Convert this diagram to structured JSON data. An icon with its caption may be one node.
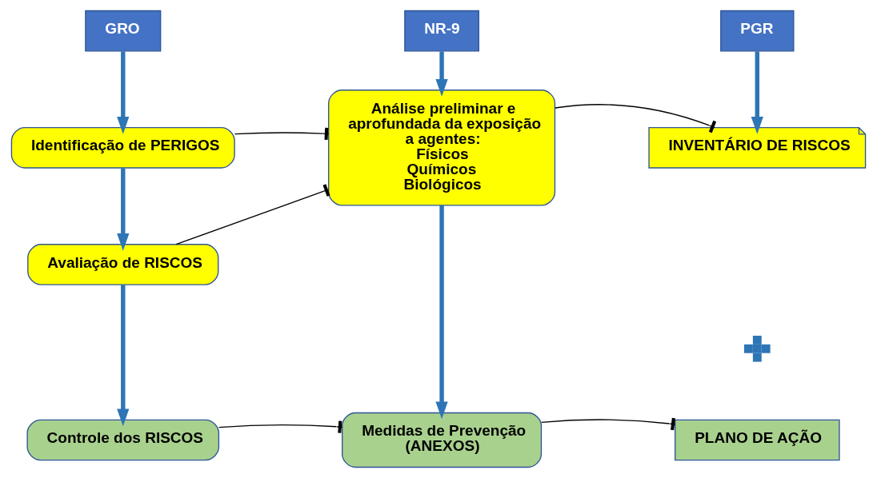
{
  "diagram": {
    "nodes": [
      {
        "text": [
          "GRO"
        ]
      },
      {
        "text": [
          "NR-9"
        ]
      },
      {
        "text": [
          "PGR"
        ]
      },
      {
        "text": [
          "Identificação de PERIGOS"
        ]
      },
      {
        "text": [
          "Avaliação de RISCOS"
        ]
      },
      {
        "text": [
          "Controle dos RISCOS"
        ]
      },
      {
        "text": [
          "Análise preliminar e aprofundada da exposição a agentes:",
          "Físicos",
          "Químicos",
          "Biológicos"
        ]
      },
      {
        "text": [
          "Medidas de Prevenção",
          "(ANEXOS)"
        ]
      },
      {
        "text": [
          "INVENTÁRIO DE RISCOS"
        ]
      },
      {
        "text": [],
        "shape": "plus"
      },
      {
        "text": [
          "PLANO DE AÇÃO"
        ]
      }
    ],
    "edges": [
      {
        "from": 0,
        "to": 3,
        "arrow": "to"
      },
      {
        "from": 3,
        "to": 4,
        "arrow": "to"
      },
      {
        "from": 4,
        "to": 5,
        "arrow": "to"
      },
      {
        "from": 1,
        "to": 6,
        "arrow": "to"
      },
      {
        "from": 6,
        "to": 7,
        "arrow": "to"
      },
      {
        "from": 2,
        "to": 8,
        "arrow": "to"
      },
      {
        "from": 3,
        "to": 6,
        "arrow": "other",
        "color": "#000000"
      },
      {
        "from": 4,
        "to": 6,
        "arrow": "other",
        "color": "#000000"
      },
      {
        "from": 6,
        "to": 8,
        "arrow": "other",
        "color": "#000000"
      },
      {
        "from": 5,
        "to": 7,
        "arrow": "other",
        "color": "#000000"
      },
      {
        "from": 7,
        "to": 10,
        "arrow": "other",
        "color": "#000000"
      }
    ]
  }
}
